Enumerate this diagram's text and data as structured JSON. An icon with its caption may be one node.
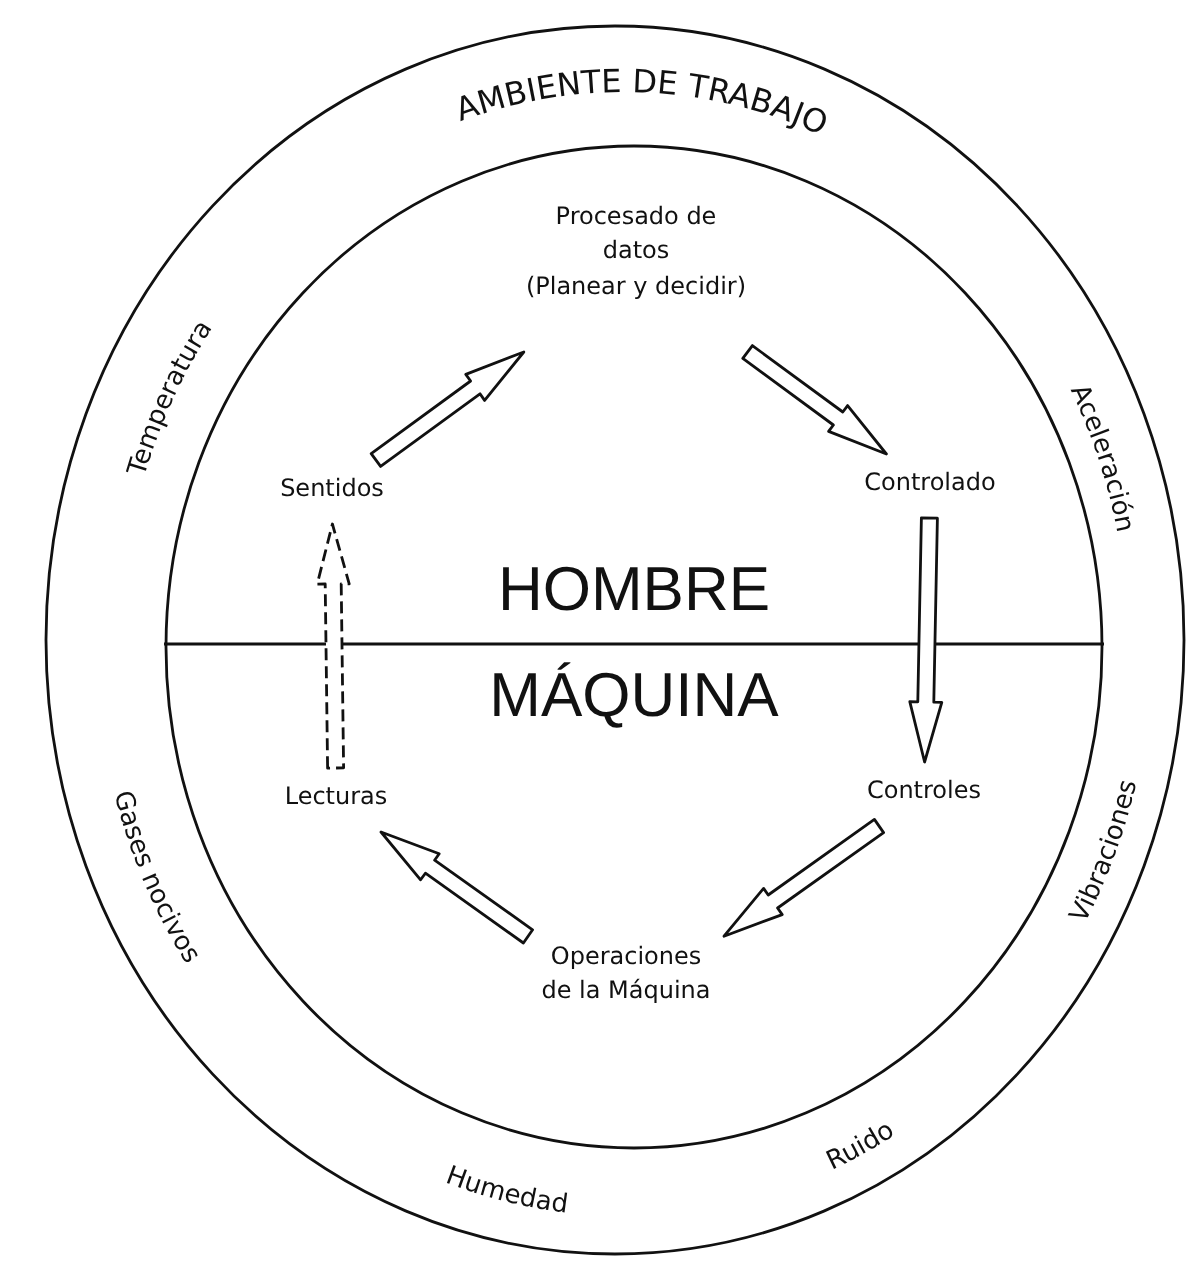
{
  "diagram": {
    "nodes": [
      {
        "text": [
          "AMBIENTE DE TRABAJO"
        ]
      },
      {
        "text": [
          "HOMBRE",
          "MÁQUINA"
        ],
        "in": 0
      },
      {
        "text": [
          "Procesado de datos",
          "(Planear y decidir)"
        ],
        "in": 1
      },
      {
        "text": [
          "Sentidos"
        ],
        "in": 1
      },
      {
        "text": [
          "Controlado"
        ],
        "in": 1
      },
      {
        "text": [
          "Controles"
        ],
        "in": 1
      },
      {
        "text": [
          "Lecturas"
        ],
        "in": 1
      },
      {
        "text": [
          "Operaciones de la Máquina"
        ],
        "in": 1
      }
    ],
    "edges": [
      {
        "from": 3,
        "to": 2,
        "arrow": "to"
      },
      {
        "from": 2,
        "to": 4,
        "arrow": "to"
      },
      {
        "from": 4,
        "to": 5,
        "arrow": "to"
      },
      {
        "from": 5,
        "to": 7,
        "arrow": "to"
      },
      {
        "from": 7,
        "to": 6,
        "arrow": "to"
      },
      {
        "from": 6,
        "to": 3,
        "arrow": "to",
        "style": "dashed"
      }
    ],
    "labels": [
      "Temperatura",
      "Aceleración",
      "Gases nocivos",
      "Vibraciones",
      "Humedad",
      "Ruido"
    ]
  }
}
